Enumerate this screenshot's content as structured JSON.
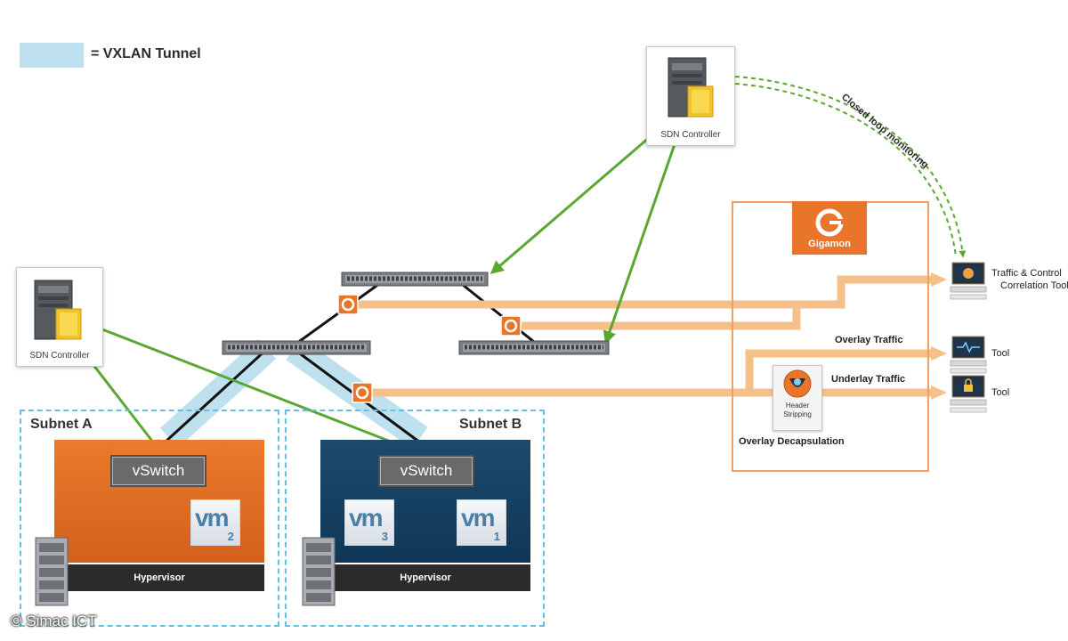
{
  "legend": {
    "tunnel_label": "= VXLAN Tunnel"
  },
  "controllers": [
    {
      "label": "SDN Controller"
    },
    {
      "label": "SDN Controller"
    }
  ],
  "subnets": [
    {
      "label": "Subnet A",
      "vswitch": "vSwitch",
      "hypervisor": "Hypervisor",
      "vms": [
        {
          "text": "vm",
          "num": "2"
        }
      ]
    },
    {
      "label": "Subnet B",
      "vswitch": "vSwitch",
      "hypervisor": "Hypervisor",
      "vms": [
        {
          "text": "vm",
          "num": "3"
        },
        {
          "text": "vm",
          "num": "1"
        }
      ]
    }
  ],
  "gigamon": {
    "brand": "Gigamon",
    "header_stripping_line1": "Header",
    "header_stripping_line2": "Stripping",
    "decapsulation_label": "Overlay Decapsulation",
    "overlay_traffic": "Overlay Traffic",
    "underlay_traffic": "Underlay Traffic",
    "closed_loop": "Closed loop monitoring"
  },
  "tools": [
    {
      "line1": "Traffic & Control",
      "line2": "Correlation Tool"
    },
    {
      "line1": "Tool"
    },
    {
      "line1": "Tool"
    }
  ],
  "copyright": "© Simac ICT",
  "colors": {
    "tunnel": "#bfe0ee",
    "sdn_link": "#5aa832",
    "traffic": "#f5c08a",
    "gigamon": "#e9752a",
    "subnet_border": "#5cc2e6",
    "host_a": "#e06f25",
    "host_b": "#163f60"
  }
}
